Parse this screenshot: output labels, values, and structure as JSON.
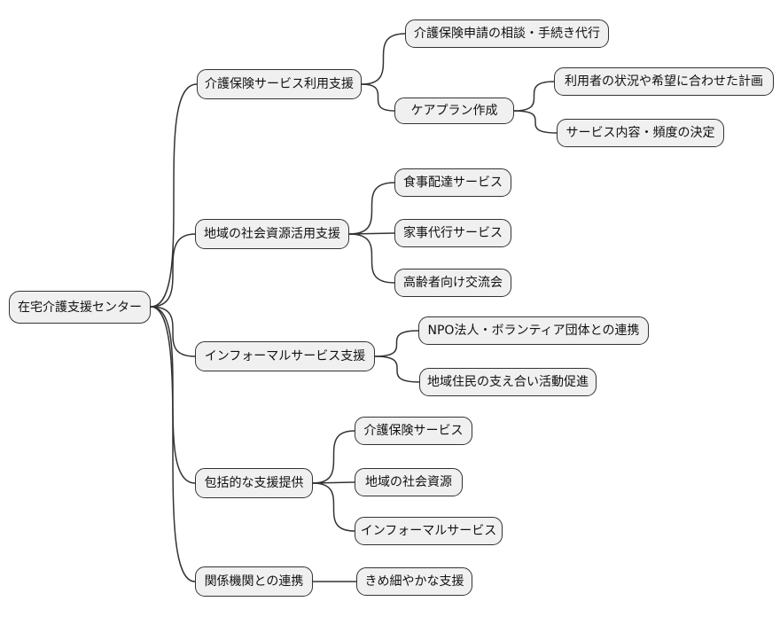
{
  "diagram": {
    "type": "mindmap",
    "root": {
      "label": "在宅介護支援センター"
    },
    "branches": [
      {
        "label": "介護保険サービス利用支援",
        "children": [
          {
            "label": "介護保険申請の相談・手続き代行"
          },
          {
            "label": "ケアプラン作成",
            "children": [
              {
                "label": "利用者の状況や希望に合わせた計画"
              },
              {
                "label": "サービス内容・頻度の決定"
              }
            ]
          }
        ]
      },
      {
        "label": "地域の社会資源活用支援",
        "children": [
          {
            "label": "食事配達サービス"
          },
          {
            "label": "家事代行サービス"
          },
          {
            "label": "高齢者向け交流会"
          }
        ]
      },
      {
        "label": "インフォーマルサービス支援",
        "children": [
          {
            "label": "NPO法人・ボランティア団体との連携"
          },
          {
            "label": "地域住民の支え合い活動促進"
          }
        ]
      },
      {
        "label": "包括的な支援提供",
        "children": [
          {
            "label": "介護保険サービス"
          },
          {
            "label": "地域の社会資源"
          },
          {
            "label": "インフォーマルサービス"
          }
        ]
      },
      {
        "label": "関係機関との連携",
        "children": [
          {
            "label": "きめ細やかな支援"
          }
        ]
      }
    ]
  },
  "colors": {
    "background": "#ffffff",
    "node_fill": "#f0f0f0",
    "node_border": "#333333",
    "edge": "#333333",
    "text": "#111111"
  }
}
